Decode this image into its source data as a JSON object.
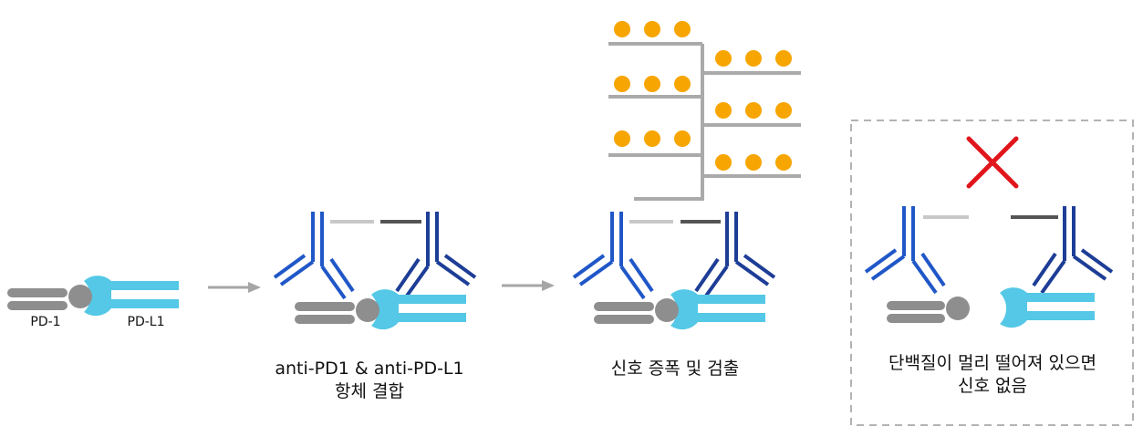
{
  "colors": {
    "gray": "#8e8e8e",
    "light_blue": "#54c8e6",
    "antibody_left": "#2057c8",
    "antibody_right": "#1d3d96",
    "linker_light": "#c8c8c8",
    "linker_dark": "#555555",
    "arrow": "#a6a6a6",
    "dot": "#f7a500",
    "tree": "#aaaaaa",
    "cross": "#e0161c",
    "dashed_border": "#b3b3b3"
  },
  "labels": {
    "pd1": "PD-1",
    "pdl1": "PD-L1",
    "step2_line1": "anti-PD1 & anti-PD-L1",
    "step2_line2": "항체 결합",
    "step3": "신호 증폭 및 검출",
    "step4_line1": "단백질이 멀리 떨어져 있으면",
    "step4_line2": "신호 없음"
  }
}
